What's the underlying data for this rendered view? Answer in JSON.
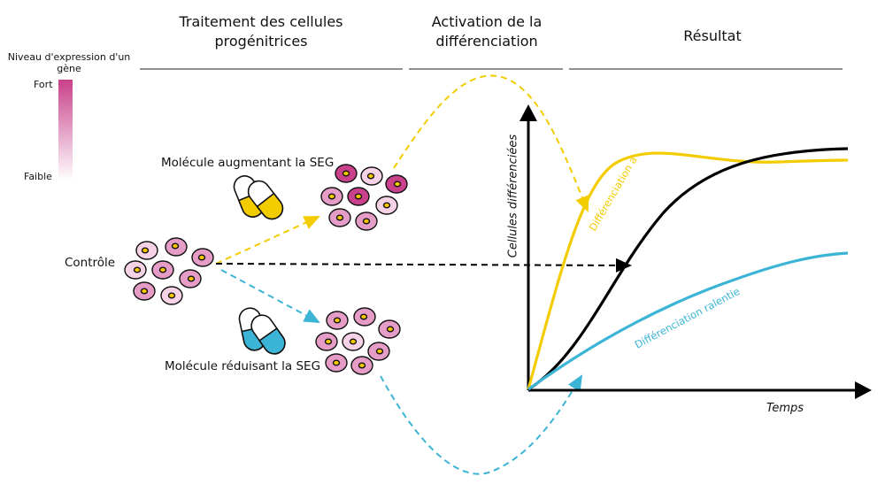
{
  "headers": {
    "treatment": "Traitement des cellules progénitrices",
    "activation": "Activation de la différenciation",
    "result": "Résultat"
  },
  "legend": {
    "title": "Niveau d'expression d'un gène",
    "high": "Fort",
    "low": "Faible",
    "gradient_top": "#c8418a",
    "gradient_bottom": "#ffffff"
  },
  "labels": {
    "increase": "Molécule augmentant la SEG",
    "control": "Contrôle",
    "decrease": "Molécule réduisant la SEG"
  },
  "axes": {
    "y": "Cellules différenciées",
    "x": "Temps"
  },
  "curves": {
    "accelerated": "Différenciation accélérée",
    "slowed": "Différenciation ralentie"
  },
  "colors": {
    "yellow": "#f3cc00",
    "blue": "#3cb4d6",
    "black": "#000000",
    "cell_dark": "#c8418a",
    "cell_mid": "#e59cc6",
    "cell_light": "#f5d2e6",
    "nucleus": "#f6c600"
  }
}
